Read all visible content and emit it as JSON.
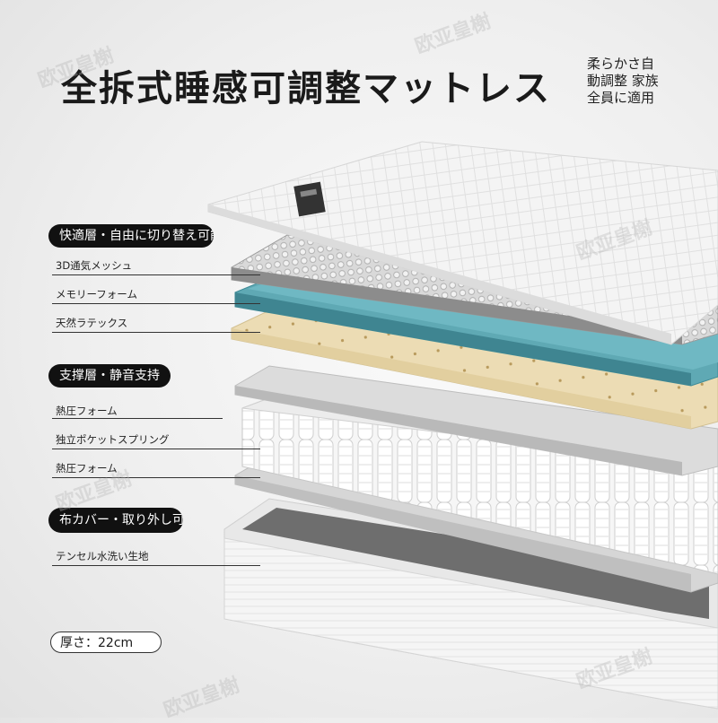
{
  "title": "全拆式睡感可調整マットレス",
  "subtitle": [
    "柔らかさ自",
    "動調整 家族",
    "全員に適用"
  ],
  "sections": [
    {
      "heading": "快適層・自由に切り替え可能",
      "items": [
        "3D通気メッシュ",
        "メモリーフォーム",
        "天然ラテックス"
      ]
    },
    {
      "heading": "支撑層・静音支持",
      "items": [
        "熱圧フォーム",
        "独立ポケットスプリング",
        "熱圧フォーム"
      ]
    },
    {
      "heading": "布カバー・取り外し可能",
      "items": [
        "テンセル水洗い生地"
      ]
    }
  ],
  "thickness": "厚さ：22cm",
  "watermark": "欧亚皇榭",
  "colors": {
    "foam_blue": "#5fa9b4",
    "latex": "#e9d9b0",
    "pill_bg": "#111111"
  }
}
